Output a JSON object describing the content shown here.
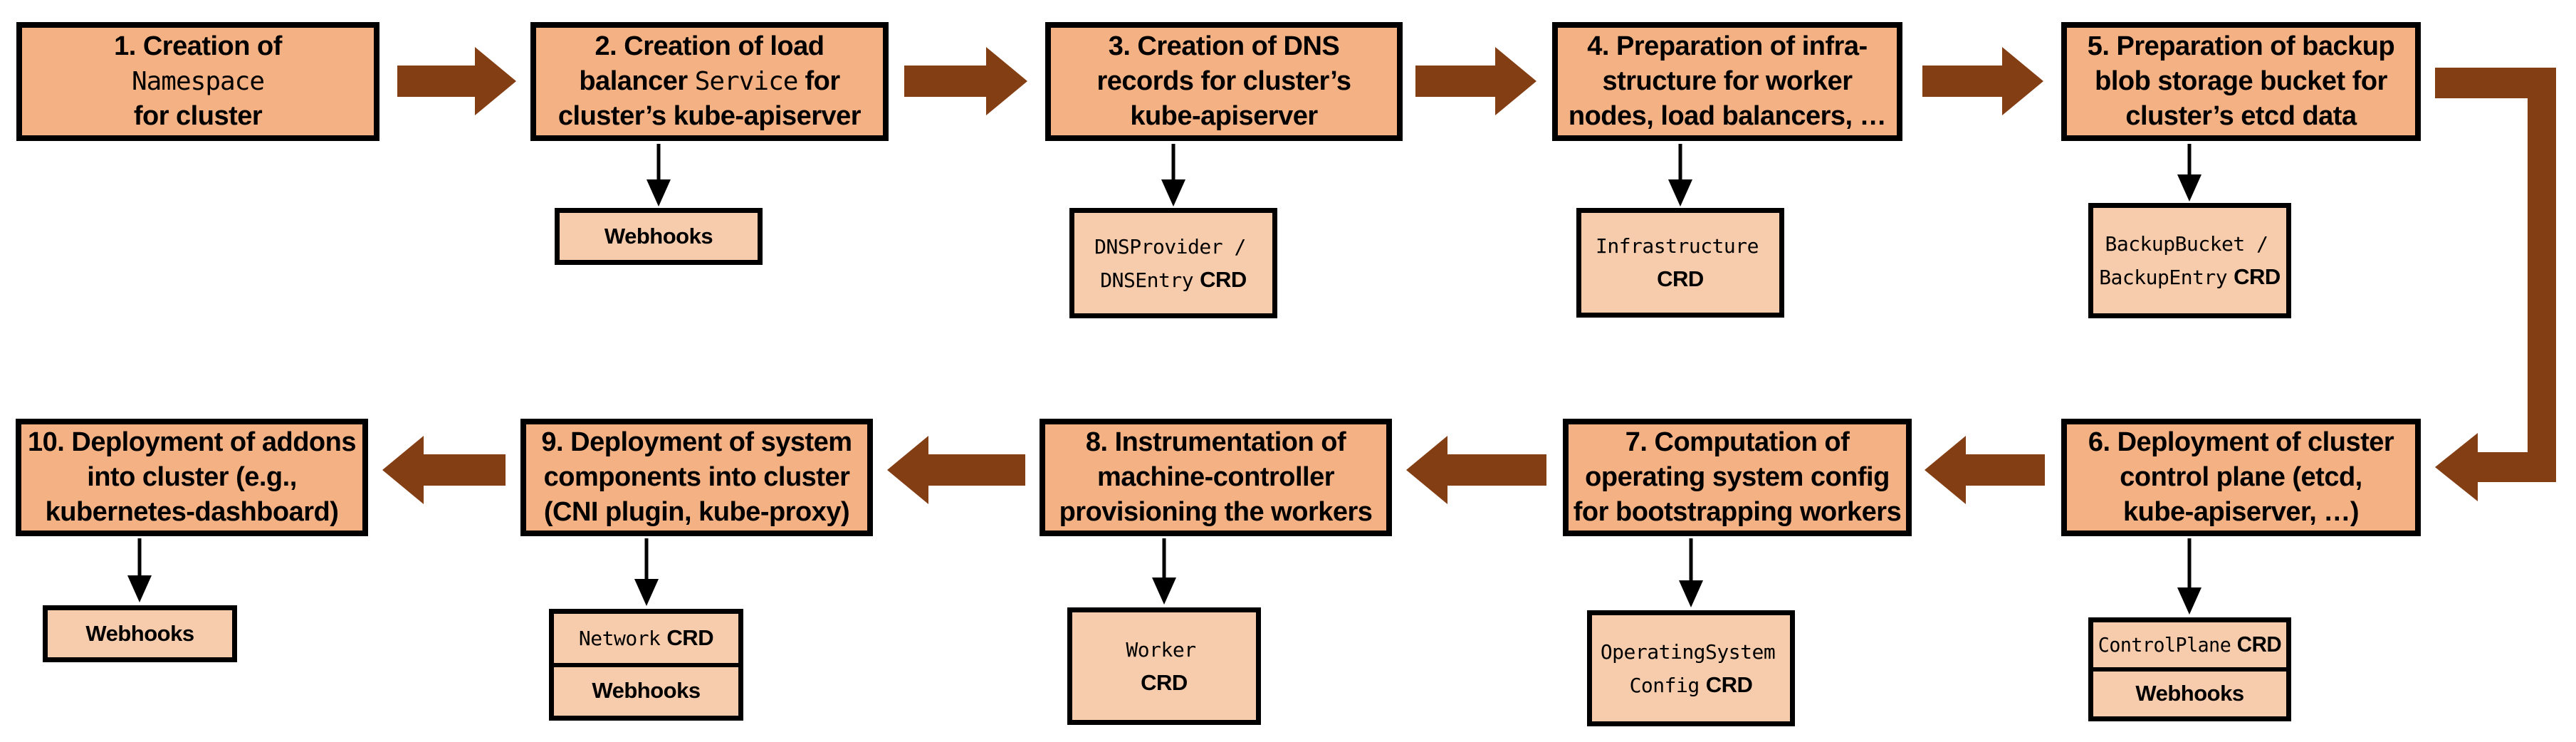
{
  "colors": {
    "bg": "#FFFFFF",
    "box_fill": "#F4B183",
    "sub_fill": "#F7CCAC",
    "arrow": "#843E14",
    "border": "#000000"
  },
  "steps": [
    {
      "lines": [
        {
          "pre": "1. Creation of"
        },
        {
          "mono": "Namespace"
        },
        {
          "pre": "for cluster"
        }
      ]
    },
    {
      "lines": [
        {
          "pre": "2. Creation of load"
        },
        {
          "pre": "balancer ",
          "mono": "Service",
          "post": " for"
        },
        {
          "pre": "cluster’s kube-apiserver"
        }
      ]
    },
    {
      "lines": [
        {
          "pre": "3. Creation of DNS"
        },
        {
          "pre": "records for cluster’s"
        },
        {
          "pre": "kube-apiserver"
        }
      ]
    },
    {
      "lines": [
        {
          "pre": "4. Preparation of infra-"
        },
        {
          "pre": "structure for worker"
        },
        {
          "pre": "nodes, load balancers, …"
        }
      ]
    },
    {
      "lines": [
        {
          "pre": "5. Preparation of backup"
        },
        {
          "pre": "blob storage bucket for"
        },
        {
          "pre": "cluster’s etcd data"
        }
      ]
    },
    {
      "lines": [
        {
          "pre": "6. Deployment of cluster"
        },
        {
          "pre": "control plane (etcd,"
        },
        {
          "pre": "kube-apiserver, …)"
        }
      ]
    },
    {
      "lines": [
        {
          "pre": "7. Computation of"
        },
        {
          "pre": "operating system config"
        },
        {
          "pre": "for bootstrapping workers"
        }
      ]
    },
    {
      "lines": [
        {
          "pre": "8. Instrumentation of"
        },
        {
          "pre": "machine-controller"
        },
        {
          "pre": "provisioning the workers"
        }
      ]
    },
    {
      "lines": [
        {
          "pre": "9. Deployment of system"
        },
        {
          "pre": "components into cluster"
        },
        {
          "pre": "(CNI plugin, kube-proxy)"
        }
      ]
    },
    {
      "lines": [
        {
          "pre": "10. Deployment of addons"
        },
        {
          "pre": "into cluster (e.g.,"
        },
        {
          "pre": "kubernetes-dashboard)"
        }
      ]
    }
  ],
  "subs": {
    "s2": {
      "cells": [
        [
          {
            "b": "Webhooks"
          }
        ]
      ]
    },
    "s3": {
      "cells": [
        [
          {
            "m": "DNSProvider /"
          },
          {
            "m": "DNSEntry",
            "b": "CRD"
          }
        ]
      ]
    },
    "s4": {
      "cells": [
        [
          {
            "m": "Infrastructure"
          },
          {
            "b": "CRD"
          }
        ]
      ]
    },
    "s5": {
      "cells": [
        [
          {
            "m": "BackupBucket /"
          },
          {
            "m": "BackupEntry",
            "b": "CRD"
          }
        ]
      ]
    },
    "s6": {
      "cells": [
        [
          {
            "m": "ControlPlane",
            "b": "CRD"
          }
        ],
        [
          {
            "b": "Webhooks"
          }
        ]
      ]
    },
    "s7": {
      "cells": [
        [
          {
            "m": "OperatingSystem"
          },
          {
            "m": "Config",
            "b": "CRD"
          }
        ]
      ]
    },
    "s8": {
      "cells": [
        [
          {
            "m": "Worker"
          },
          {
            "b": "CRD"
          }
        ]
      ]
    },
    "s9": {
      "cells": [
        [
          {
            "m": "Network",
            "b": "CRD"
          }
        ],
        [
          {
            "b": "Webhooks"
          }
        ]
      ]
    },
    "s10": {
      "cells": [
        [
          {
            "b": "Webhooks"
          }
        ]
      ]
    }
  }
}
